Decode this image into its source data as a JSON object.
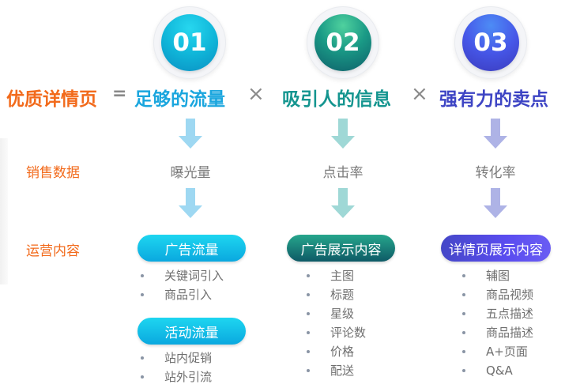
{
  "badges": [
    {
      "number": "01",
      "color": "#10b6d9"
    },
    {
      "number": "02",
      "color": "#1a9a86"
    },
    {
      "number": "03",
      "color": "#4657e8"
    }
  ],
  "formula": {
    "result": "优质详情页",
    "equals": "=",
    "term1": "足够的流量",
    "times1": "×",
    "term2": "吸引人的信息",
    "times2": "×",
    "term3": "强有力的卖点",
    "colors": {
      "result": "#f26a1b",
      "term1": "#1aa6de",
      "term2": "#14958f",
      "term3": "#3d44c4"
    }
  },
  "rows": {
    "sales_data_label": "销售数据",
    "operations_label": "运营内容"
  },
  "columns": [
    {
      "metric": "曝光量",
      "groups": [
        {
          "title": "广告流量",
          "items": [
            "关键词引入",
            "商品引入"
          ]
        },
        {
          "title": "活动流量",
          "items": [
            "站内促销",
            "站外引流"
          ]
        }
      ]
    },
    {
      "metric": "点击率",
      "groups": [
        {
          "title": "广告展示内容",
          "items": [
            "主图",
            "标题",
            "星级",
            "评论数",
            "价格",
            "配送"
          ]
        }
      ]
    },
    {
      "metric": "转化率",
      "groups": [
        {
          "title": "详情页展示内容",
          "items": [
            "辅图",
            "商品视频",
            "五点描述",
            "商品描述",
            "A+页面",
            "Q&A"
          ]
        }
      ]
    }
  ]
}
